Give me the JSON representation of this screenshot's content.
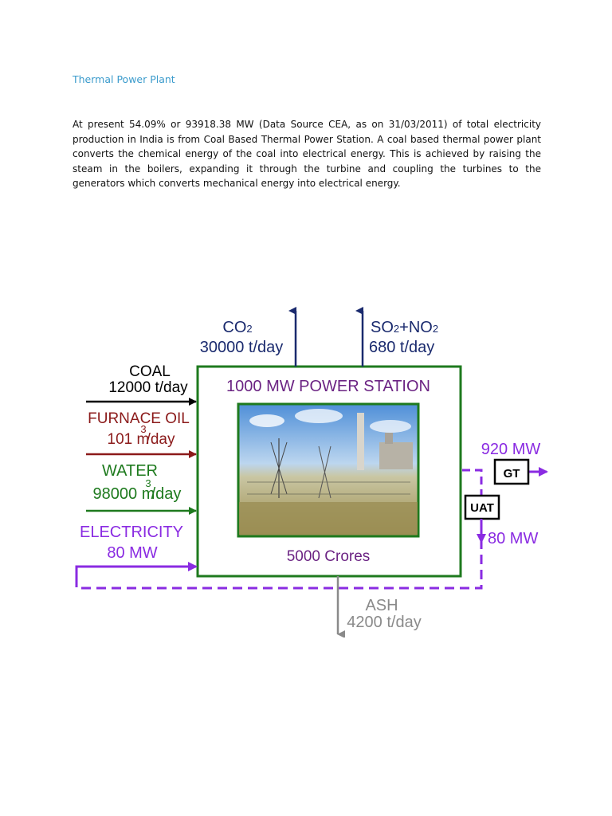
{
  "document": {
    "heading": "Thermal Power Plant",
    "paragraph": "At present 54.09% or 93918.38 MW (Data Source CEA, as on 31/03/2011) of total electricity production in India is from Coal Based Thermal Power Station. A coal based thermal power plant converts the chemical energy of the coal into electrical energy. This is achieved by raising the steam in the boilers, expanding it through the turbine and coupling the turbines to the generators which converts mechanical energy into electrical energy."
  },
  "diagram": {
    "station_title": "1000 MW POWER STATION",
    "cost": "5000 Crores",
    "outputs_top": {
      "co2_label": "CO",
      "co2_sub": "2",
      "co2_value": "30000 t/day",
      "sox_label_a": "SO",
      "sox_sub_a": "2",
      "sox_plus": "+NO",
      "sox_sub_b": "2",
      "sox_value": "680 t/day"
    },
    "inputs": {
      "coal_label": "COAL",
      "coal_value": "12000 t/day",
      "oil_label": "FURNACE OIL",
      "oil_value_a": "101 m",
      "oil_sup": "3",
      "oil_value_b": "/day",
      "water_label": "WATER",
      "water_value_a": "98000 m",
      "water_sup": "3",
      "water_value_b": "/day",
      "elec_label": "ELECTRICITY",
      "elec_value": "80 MW"
    },
    "outputs_right": {
      "export": "920 MW",
      "gt": "GT",
      "uat": "UAT",
      "aux": "80 MW"
    },
    "ash": {
      "label": "ASH",
      "value": "4200 t/day"
    },
    "colors": {
      "navy": "#1a2a6e",
      "black": "#000000",
      "maroon": "#8b1a1a",
      "green": "#1e7a1e",
      "purple": "#8a2be2",
      "station_purple": "#6b2383",
      "gray": "#8a8a8a"
    },
    "photo_icon": "power-plant-photo"
  }
}
